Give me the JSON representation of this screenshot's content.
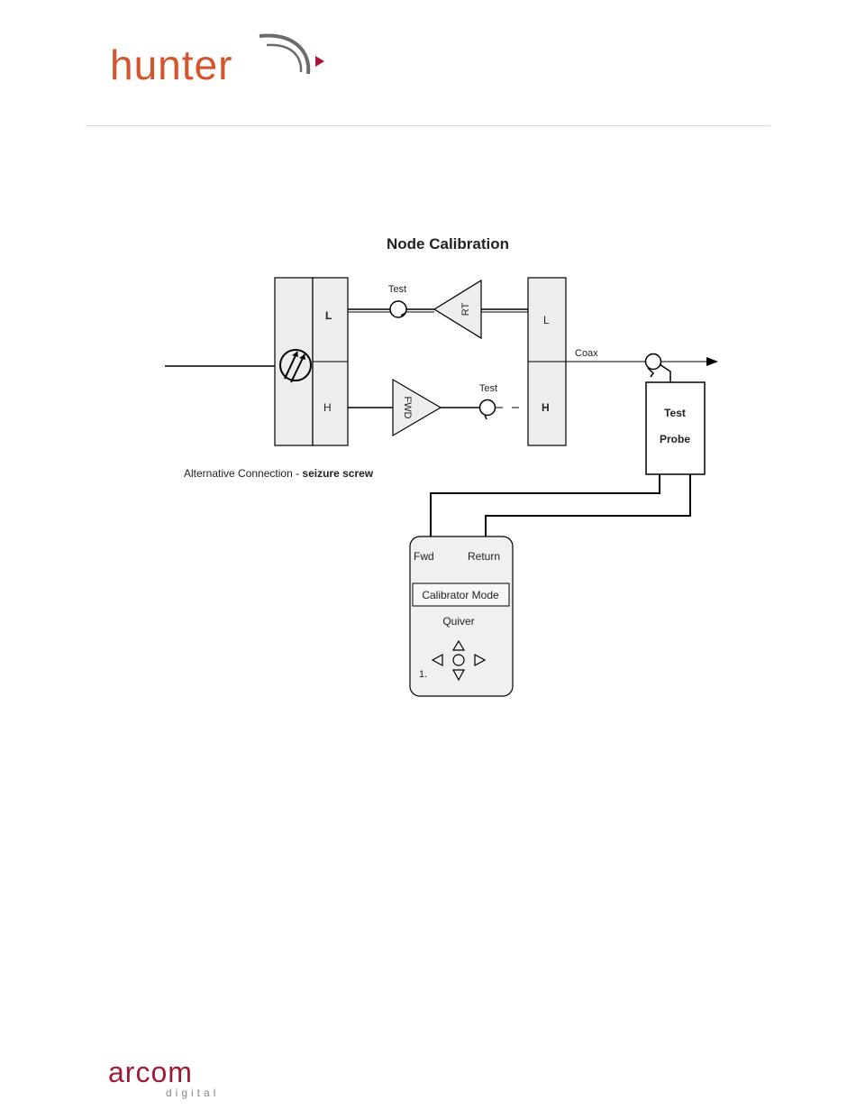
{
  "header": {
    "brand_text": "hunter",
    "brand_color": "#d4552b",
    "swoosh_color": "#6b6b6b",
    "arrow_color": "#b0123a"
  },
  "footer": {
    "brand_text": "arcom",
    "sub_text": "digital",
    "brand_color": "#9b1c37",
    "sub_color": "#888888"
  },
  "diagram": {
    "title": "Node Calibration",
    "node_left": {
      "top_port": "L",
      "bottom_port": "H"
    },
    "node_right": {
      "top_port": "L",
      "bottom_port": "H"
    },
    "amp_return": "RT",
    "amp_forward": "FWD",
    "test_point_top": "Test",
    "test_point_bottom": "Test",
    "coax_label": "Coax",
    "probe": {
      "line1": "Test",
      "line2": "Probe"
    },
    "alt_connection": {
      "prefix": "Alternative Connection - ",
      "emphasis": "seizure screw"
    },
    "quiver": {
      "fwd_label": "Fwd",
      "return_label": "Return",
      "mode_label": "Calibrator Mode",
      "device_name": "Quiver",
      "key_label": "1."
    }
  }
}
